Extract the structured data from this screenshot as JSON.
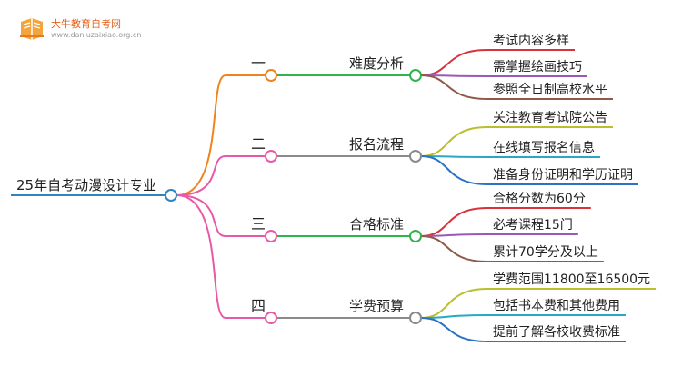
{
  "logo": {
    "title": "大牛教育自考网",
    "url": "www.daniuzaixiao.org.cn"
  },
  "root": {
    "label": "25年自考动漫设计专业",
    "color": "#2e86c1"
  },
  "branches": [
    {
      "num": "一",
      "label": "难度分析",
      "color": "#f0831e",
      "line_color": "#2fb34a",
      "children": [
        {
          "label": "考试内容多样",
          "color": "#d6333b"
        },
        {
          "label": "需掌握绘画技巧",
          "color": "#9b59b6"
        },
        {
          "label": "参照全日制高校水平",
          "color": "#8e5a4a"
        }
      ]
    },
    {
      "num": "二",
      "label": "报名流程",
      "color": "#e75aa8",
      "line_color": "#8a8a8a",
      "children": [
        {
          "label": "关注教育考试院公告",
          "color": "#b9c02b"
        },
        {
          "label": "在线填写报名信息",
          "color": "#27a9c3"
        },
        {
          "label": "准备身份证明和学历证明",
          "color": "#2a72c5"
        }
      ]
    },
    {
      "num": "三",
      "label": "合格标准",
      "color": "#e75aa8",
      "line_color": "#2fb34a",
      "children": [
        {
          "label": "合格分数为60分",
          "color": "#d6333b"
        },
        {
          "label": "必考课程15门",
          "color": "#9b59b6"
        },
        {
          "label": "累计70学分及以上",
          "color": "#8e5a4a"
        }
      ]
    },
    {
      "num": "四",
      "label": "学费预算",
      "color": "#e75aa8",
      "line_color": "#8a8a8a",
      "children": [
        {
          "label": "学费范围11800至16500元",
          "color": "#b9c02b"
        },
        {
          "label": "包括书本费和其他费用",
          "color": "#27a9c3"
        },
        {
          "label": "提前了解各校收费标准",
          "color": "#2a72c5"
        }
      ]
    }
  ]
}
